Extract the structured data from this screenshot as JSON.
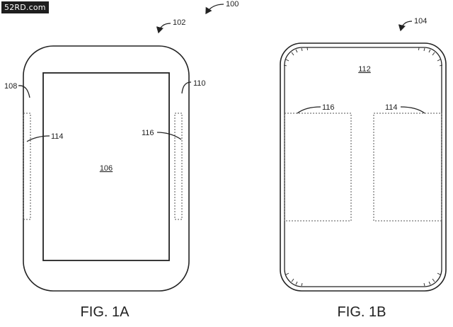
{
  "watermark": "52RD.com",
  "labels": {
    "ref_100": "100",
    "ref_102": "102",
    "ref_104": "104",
    "ref_106": "106",
    "ref_108": "108",
    "ref_110": "110",
    "ref_112": "112",
    "ref_114_a": "114",
    "ref_116_a": "116",
    "ref_116_b": "116",
    "ref_114_b": "114"
  },
  "captions": {
    "fig_1a": "FIG. 1A",
    "fig_1b": "FIG. 1B"
  },
  "colors": {
    "line": "#222222",
    "dotted": "#555555",
    "background": "#ffffff"
  }
}
